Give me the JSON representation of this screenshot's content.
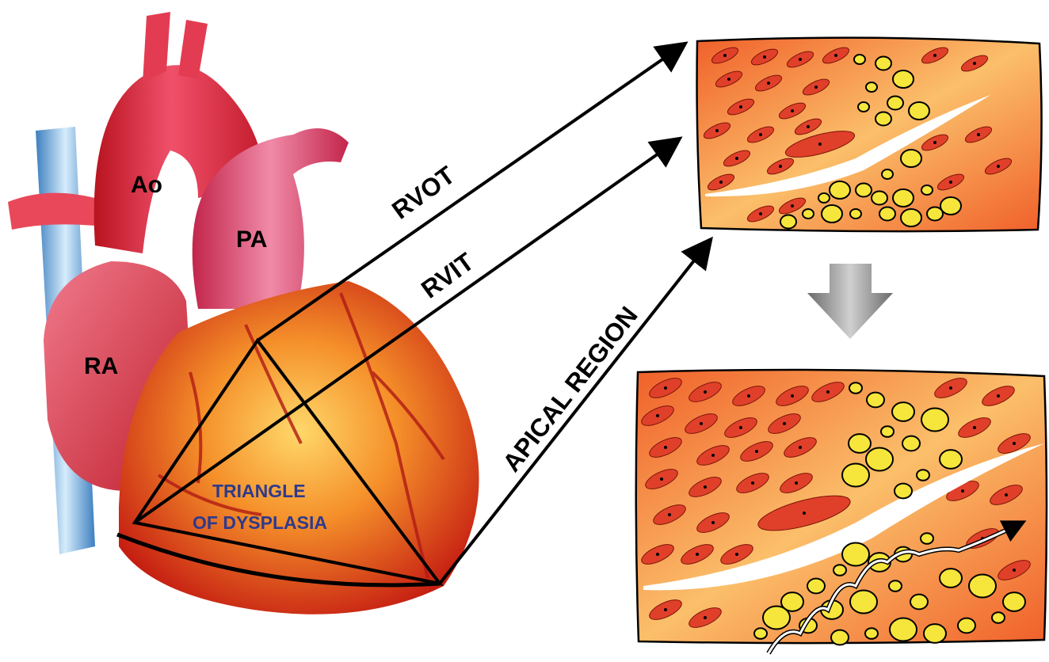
{
  "heart": {
    "labels": {
      "aorta": "Ao",
      "pulmonary_artery": "PA",
      "right_atrium": "RA"
    },
    "triangle_label_line1": "TRIANGLE",
    "triangle_label_line2": "OF DYSPLASIA"
  },
  "arrows": {
    "rvot": "RVOT",
    "rvit": "RVIT",
    "apical": "APICAL REGION"
  },
  "colors": {
    "heart_red": "#d8231f",
    "heart_yellow": "#f5c84a",
    "vessel_blue": "#6fb0e0",
    "triangle_text": "#2e3a8c",
    "tissue_orange": "#f47a30",
    "myocyte_red": "#e0402a",
    "fat_yellow": "#f6e63b",
    "transition_arrow": "#8c8c8c"
  },
  "panels": {
    "top": "normal myocardium with early fibrofatty infiltration",
    "bottom": "advanced fibrofatty replacement with re-entry pathway"
  }
}
